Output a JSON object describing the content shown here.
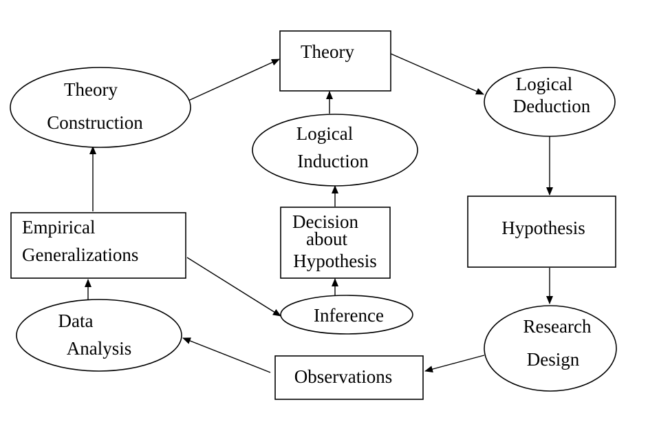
{
  "diagram": {
    "nodes": {
      "theory": {
        "lines": [
          "Theory"
        ],
        "shape": "rectangle"
      },
      "logical_deduction": {
        "lines": [
          "Logical",
          "Deduction"
        ],
        "shape": "ellipse"
      },
      "hypothesis": {
        "lines": [
          "Hypothesis"
        ],
        "shape": "rectangle"
      },
      "research_design": {
        "lines": [
          "Research",
          "Design"
        ],
        "shape": "ellipse"
      },
      "observations": {
        "lines": [
          "Observations"
        ],
        "shape": "rectangle"
      },
      "data_analysis": {
        "lines": [
          "Data",
          "Analysis"
        ],
        "shape": "ellipse"
      },
      "empirical_generalizations": {
        "lines": [
          "Empirical",
          "Generalizations"
        ],
        "shape": "rectangle"
      },
      "theory_construction": {
        "lines": [
          "Theory",
          "Construction"
        ],
        "shape": "ellipse"
      },
      "inference": {
        "lines": [
          "Inference"
        ],
        "shape": "ellipse"
      },
      "decision_about_hypothesis": {
        "lines": [
          "Decision",
          "about",
          "Hypothesis"
        ],
        "shape": "rectangle"
      },
      "logical_induction": {
        "lines": [
          "Logical",
          "Induction"
        ],
        "shape": "ellipse"
      }
    },
    "edges": [
      {
        "from": "theory",
        "to": "logical_deduction"
      },
      {
        "from": "logical_deduction",
        "to": "hypothesis"
      },
      {
        "from": "hypothesis",
        "to": "research_design"
      },
      {
        "from": "research_design",
        "to": "observations"
      },
      {
        "from": "observations",
        "to": "data_analysis"
      },
      {
        "from": "data_analysis",
        "to": "empirical_generalizations"
      },
      {
        "from": "empirical_generalizations",
        "to": "theory_construction"
      },
      {
        "from": "theory_construction",
        "to": "theory"
      },
      {
        "from": "empirical_generalizations",
        "to": "inference"
      },
      {
        "from": "inference",
        "to": "decision_about_hypothesis"
      },
      {
        "from": "decision_about_hypothesis",
        "to": "logical_induction"
      },
      {
        "from": "logical_induction",
        "to": "theory"
      }
    ]
  }
}
